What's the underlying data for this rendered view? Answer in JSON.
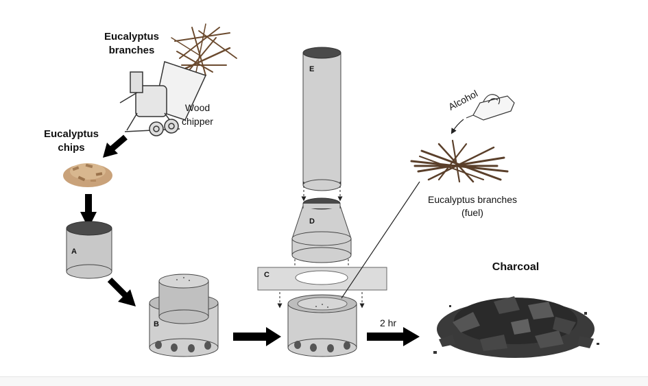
{
  "labels": {
    "eucalyptus_branches": [
      "Eucalyptus",
      "branches"
    ],
    "wood_chipper": [
      "Wood",
      "chipper"
    ],
    "eucalyptus_chips": [
      "Eucalyptus",
      "chips"
    ],
    "alcohol": "Alcohol",
    "fuel_branches": [
      "Eucalyptus branches",
      "(fuel)"
    ],
    "charcoal": "Charcoal",
    "duration": "2 hr"
  },
  "components": {
    "a": "A",
    "b": "B",
    "c": "C",
    "d": "D",
    "e": "E"
  },
  "colors": {
    "cylinder_body": "#c8c8c8",
    "cylinder_dark": "#4a4a4a",
    "arrow": "#000000",
    "branch": "#6b4a2e",
    "chips": "#c9a27a",
    "charcoal": "#2e2e2e"
  }
}
